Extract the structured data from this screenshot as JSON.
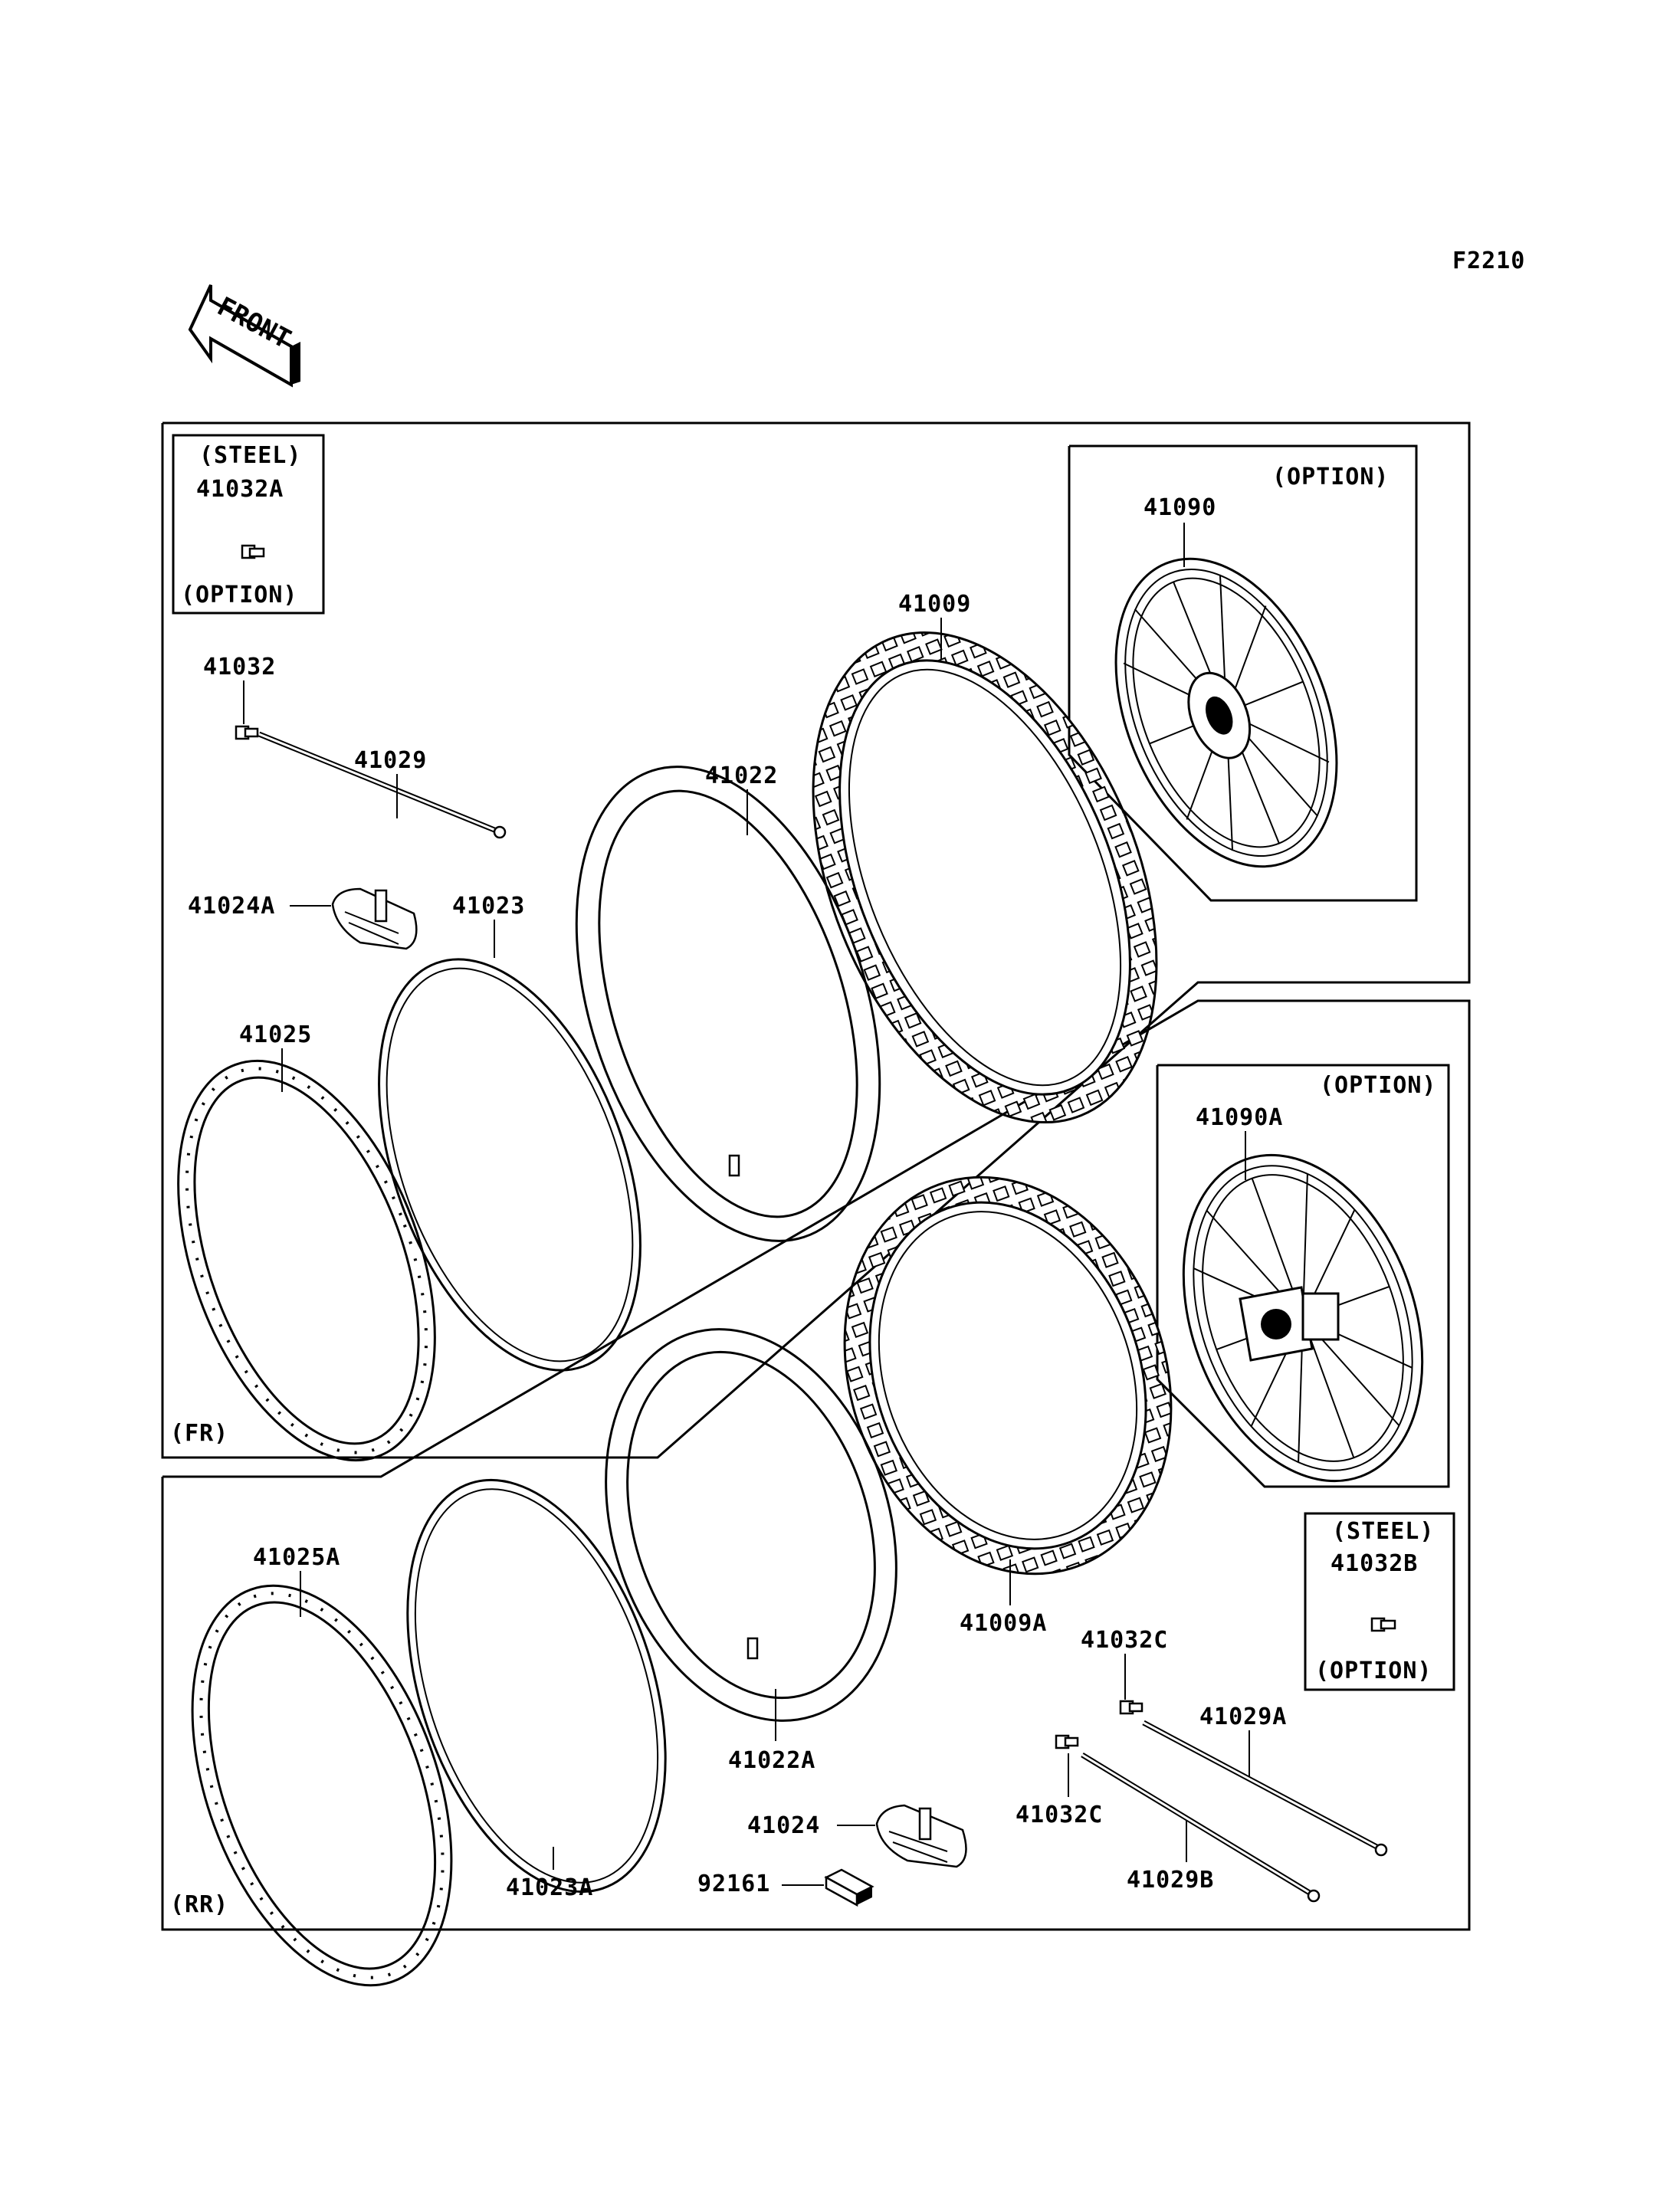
{
  "figure_code": "F2210",
  "front_arrow_label": "FRONT",
  "front_section": {
    "label": "(FR)",
    "steel_box": {
      "top_label": "(STEEL)",
      "part": "41032A",
      "bottom_label": "(OPTION)"
    },
    "option_box": {
      "top_label": "(OPTION)",
      "part": "41090"
    },
    "parts": {
      "nipple": "41032",
      "spoke": "41029",
      "rim_band": "41024A",
      "tube_flap": "41023",
      "tube": "41022",
      "tire": "41009",
      "rim": "41025"
    }
  },
  "rear_section": {
    "label": "(RR)",
    "steel_box": {
      "top_label": "(STEEL)",
      "part": "41032B",
      "bottom_label": "(OPTION)"
    },
    "option_box": {
      "top_label": "(OPTION)",
      "part": "41090A"
    },
    "parts": {
      "rim": "41025A",
      "tube_flap": "41023A",
      "tube": "41022A",
      "tire": "41009A",
      "nipple_upper": "41032C",
      "nipple_lower": "41032C",
      "spoke_upper": "41029A",
      "spoke_lower": "41029B",
      "rim_band": "41024",
      "pad": "92161"
    }
  }
}
